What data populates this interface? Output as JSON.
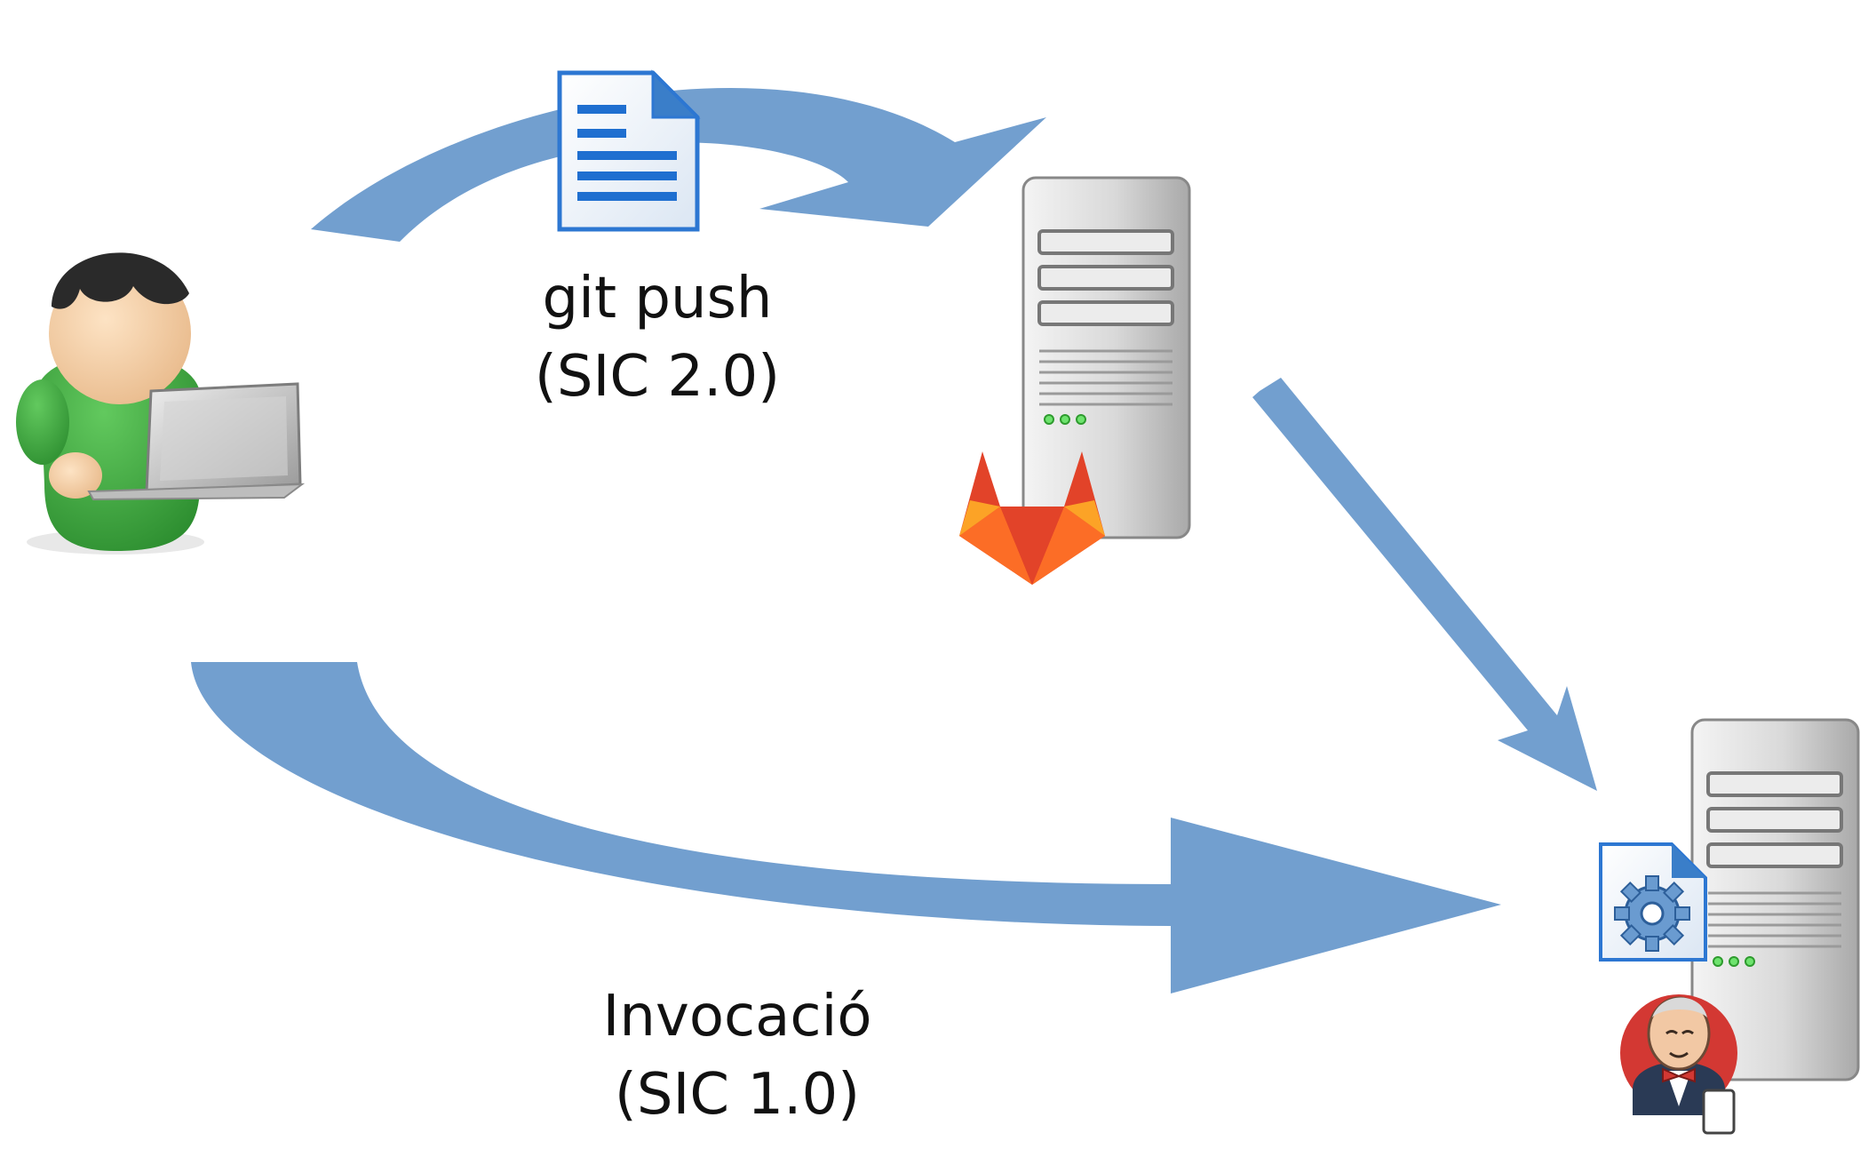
{
  "labels": {
    "push_line1": "git push",
    "push_line2": "(SIC 2.0)",
    "invoke_line1": "Invocació",
    "invoke_line2": "(SIC 1.0)"
  },
  "colors": {
    "arrow": "#729FCF",
    "shirt": "#3DAE3D",
    "gitlab_dark": "#E24329",
    "gitlab_mid": "#FC6D26",
    "gitlab_light": "#FCA326",
    "jenkins_red": "#D33833",
    "doc_blue": "#1F6FD0"
  },
  "icons": {
    "user": "user-with-laptop-icon",
    "document": "document-icon",
    "git_server": "gitlab-server-icon",
    "ci_server": "jenkins-server-icon"
  }
}
